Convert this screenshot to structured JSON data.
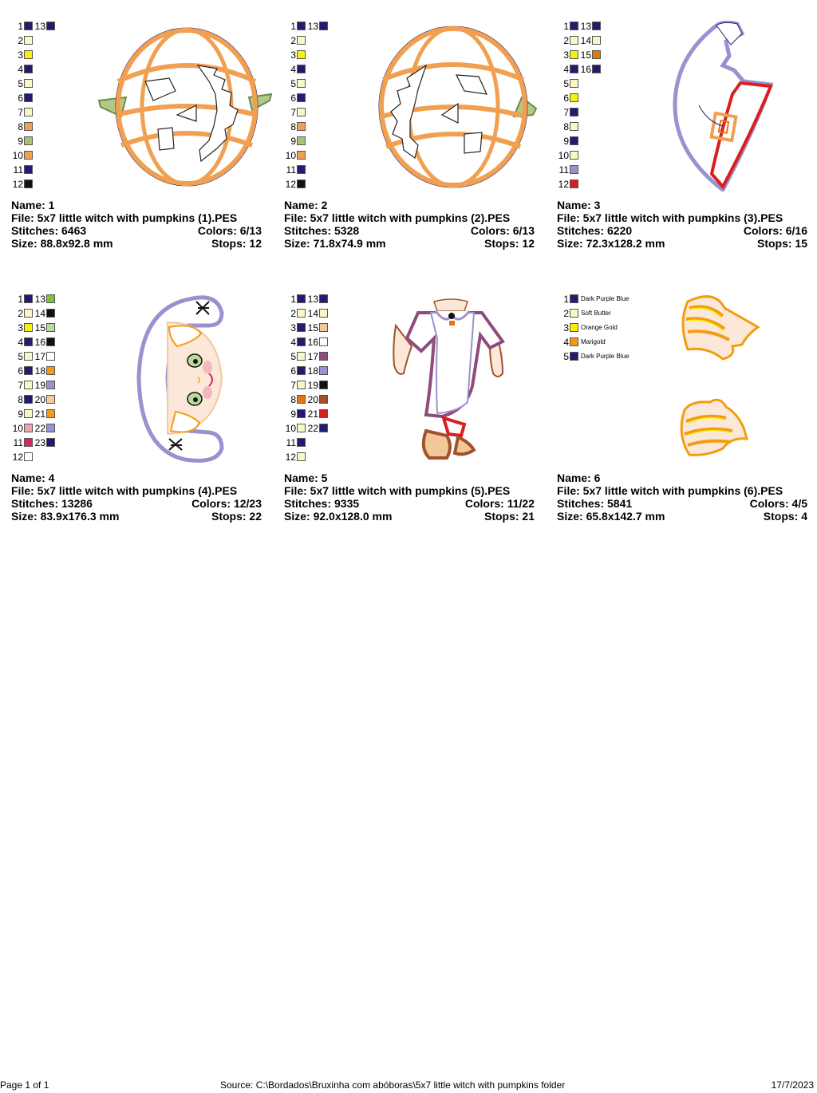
{
  "colors": {
    "navy": "#241a6e",
    "cream": "#fbf6c8",
    "yellow": "#f7f10a",
    "orange": "#f0a050",
    "sage": "#a7c07a",
    "black": "#111111",
    "lavender": "#9a92d0",
    "red": "#d81e1e",
    "green": "#7cc23a",
    "lightgreen": "#bcd89a",
    "white": "#ffffff",
    "amber": "#f39c12",
    "peach": "#f4c8a0",
    "pink": "#f2a3b3",
    "crimson": "#d7265a",
    "tan": "#f2c89a",
    "plum": "#8e4b7c",
    "darkorange": "#e2760c",
    "brown": "#a0522d"
  },
  "designs": [
    {
      "name_label": "Name: 1",
      "file_label": "File: 5x7 little witch with pumpkins (1).PES",
      "stitches_label": "Stitches: 6463",
      "colors_label": "Colors: 6/13",
      "size_label": "Size: 88.8x92.8 mm",
      "stops_label": "Stops: 12",
      "art_icon": "pumpkin-face-right-icon",
      "col1": [
        {
          "n": "1",
          "c": "navy"
        },
        {
          "n": "2",
          "c": "cream"
        },
        {
          "n": "3",
          "c": "yellow"
        },
        {
          "n": "4",
          "c": "navy"
        },
        {
          "n": "5",
          "c": "cream"
        },
        {
          "n": "6",
          "c": "navy"
        },
        {
          "n": "7",
          "c": "cream"
        },
        {
          "n": "8",
          "c": "orange"
        },
        {
          "n": "9",
          "c": "sage"
        },
        {
          "n": "10",
          "c": "orange"
        },
        {
          "n": "11",
          "c": "navy"
        },
        {
          "n": "12",
          "c": "black"
        }
      ],
      "col2": [
        {
          "n": "13",
          "c": "navy"
        }
      ]
    },
    {
      "name_label": "Name: 2",
      "file_label": "File: 5x7 little witch with pumpkins (2).PES",
      "stitches_label": "Stitches: 5328",
      "colors_label": "Colors: 6/13",
      "size_label": "Size: 71.8x74.9 mm",
      "stops_label": "Stops: 12",
      "art_icon": "pumpkin-face-left-icon",
      "col1": [
        {
          "n": "1",
          "c": "navy"
        },
        {
          "n": "2",
          "c": "cream"
        },
        {
          "n": "3",
          "c": "yellow"
        },
        {
          "n": "4",
          "c": "navy"
        },
        {
          "n": "5",
          "c": "cream"
        },
        {
          "n": "6",
          "c": "navy"
        },
        {
          "n": "7",
          "c": "cream"
        },
        {
          "n": "8",
          "c": "orange"
        },
        {
          "n": "9",
          "c": "sage"
        },
        {
          "n": "10",
          "c": "orange"
        },
        {
          "n": "11",
          "c": "navy"
        },
        {
          "n": "12",
          "c": "black"
        }
      ],
      "col2": [
        {
          "n": "13",
          "c": "navy"
        }
      ]
    },
    {
      "name_label": "Name: 3",
      "file_label": "File: 5x7 little witch with pumpkins (3).PES",
      "stitches_label": "Stitches: 6220",
      "colors_label": "Colors: 6/16",
      "size_label": "Size: 72.3x128.2 mm",
      "stops_label": "Stops: 15",
      "art_icon": "witch-hat-icon",
      "col1": [
        {
          "n": "1",
          "c": "navy"
        },
        {
          "n": "2",
          "c": "cream"
        },
        {
          "n": "3",
          "c": "yellow"
        },
        {
          "n": "4",
          "c": "navy"
        },
        {
          "n": "5",
          "c": "cream"
        },
        {
          "n": "6",
          "c": "yellow"
        },
        {
          "n": "7",
          "c": "navy"
        },
        {
          "n": "8",
          "c": "cream"
        },
        {
          "n": "9",
          "c": "navy"
        },
        {
          "n": "10",
          "c": "cream"
        },
        {
          "n": "11",
          "c": "lavender"
        },
        {
          "n": "12",
          "c": "red"
        }
      ],
      "col2": [
        {
          "n": "13",
          "c": "navy"
        },
        {
          "n": "14",
          "c": "cream"
        },
        {
          "n": "15",
          "c": "darkorange"
        },
        {
          "n": "16",
          "c": "navy"
        }
      ]
    },
    {
      "name_label": "Name: 4",
      "file_label": "File: 5x7 little witch with pumpkins (4).PES",
      "stitches_label": "Stitches: 13286",
      "colors_label": "Colors: 12/23",
      "size_label": "Size: 83.9x176.3 mm",
      "stops_label": "Stops: 22",
      "art_icon": "witch-face-icon",
      "col1": [
        {
          "n": "1",
          "c": "navy"
        },
        {
          "n": "2",
          "c": "cream"
        },
        {
          "n": "3",
          "c": "yellow"
        },
        {
          "n": "4",
          "c": "navy"
        },
        {
          "n": "5",
          "c": "cream"
        },
        {
          "n": "6",
          "c": "navy"
        },
        {
          "n": "7",
          "c": "cream"
        },
        {
          "n": "8",
          "c": "navy"
        },
        {
          "n": "9",
          "c": "cream"
        },
        {
          "n": "10",
          "c": "pink"
        },
        {
          "n": "11",
          "c": "crimson"
        },
        {
          "n": "12",
          "c": "white"
        }
      ],
      "col2": [
        {
          "n": "13",
          "c": "green"
        },
        {
          "n": "14",
          "c": "black"
        },
        {
          "n": "15",
          "c": "lightgreen"
        },
        {
          "n": "16",
          "c": "black"
        },
        {
          "n": "17",
          "c": "white"
        },
        {
          "n": "18",
          "c": "amber"
        },
        {
          "n": "19",
          "c": "lavender"
        },
        {
          "n": "20",
          "c": "peach"
        },
        {
          "n": "21",
          "c": "amber"
        },
        {
          "n": "22",
          "c": "lavender"
        },
        {
          "n": "23",
          "c": "navy"
        }
      ]
    },
    {
      "name_label": "Name: 5",
      "file_label": "File: 5x7 little witch with pumpkins (5).PES",
      "stitches_label": "Stitches: 9335",
      "colors_label": "Colors: 11/22",
      "size_label": "Size: 92.0x128.0 mm",
      "stops_label": "Stops: 21",
      "art_icon": "witch-dress-icon",
      "col1": [
        {
          "n": "1",
          "c": "navy"
        },
        {
          "n": "2",
          "c": "cream"
        },
        {
          "n": "3",
          "c": "navy"
        },
        {
          "n": "4",
          "c": "navy"
        },
        {
          "n": "5",
          "c": "cream"
        },
        {
          "n": "6",
          "c": "navy"
        },
        {
          "n": "7",
          "c": "cream"
        },
        {
          "n": "8",
          "c": "darkorange"
        },
        {
          "n": "9",
          "c": "navy"
        },
        {
          "n": "10",
          "c": "cream"
        },
        {
          "n": "11",
          "c": "navy"
        },
        {
          "n": "12",
          "c": "cream"
        }
      ],
      "col2": [
        {
          "n": "13",
          "c": "navy"
        },
        {
          "n": "14",
          "c": "cream"
        },
        {
          "n": "15",
          "c": "tan"
        },
        {
          "n": "16",
          "c": "white"
        },
        {
          "n": "17",
          "c": "plum"
        },
        {
          "n": "18",
          "c": "lavender"
        },
        {
          "n": "19",
          "c": "black"
        },
        {
          "n": "20",
          "c": "brown"
        },
        {
          "n": "21",
          "c": "red"
        },
        {
          "n": "22",
          "c": "navy"
        }
      ]
    },
    {
      "name_label": "Name: 6",
      "file_label": "File: 5x7 little witch with pumpkins (6).PES",
      "stitches_label": "Stitches: 5841",
      "colors_label": "Colors: 4/5",
      "size_label": "Size: 65.8x142.7 mm",
      "stops_label": "Stops: 4",
      "art_icon": "witch-hair-icon",
      "col1": [
        {
          "n": "1",
          "c": "navy",
          "name": "Dark Purple Blue"
        },
        {
          "n": "2",
          "c": "cream",
          "name": "Soft Butter"
        },
        {
          "n": "3",
          "c": "yellow",
          "name": "Orange Gold"
        },
        {
          "n": "4",
          "c": "amber",
          "name": "Marigold"
        },
        {
          "n": "5",
          "c": "navy",
          "name": "Dark Purple Blue"
        }
      ],
      "col2": []
    }
  ],
  "footer": {
    "page": "Page 1 of 1",
    "source": "Source: C:\\Bordados\\Bruxinha com abóboras\\5x7 little witch with pumpkins folder",
    "date": "17/7/2023"
  }
}
